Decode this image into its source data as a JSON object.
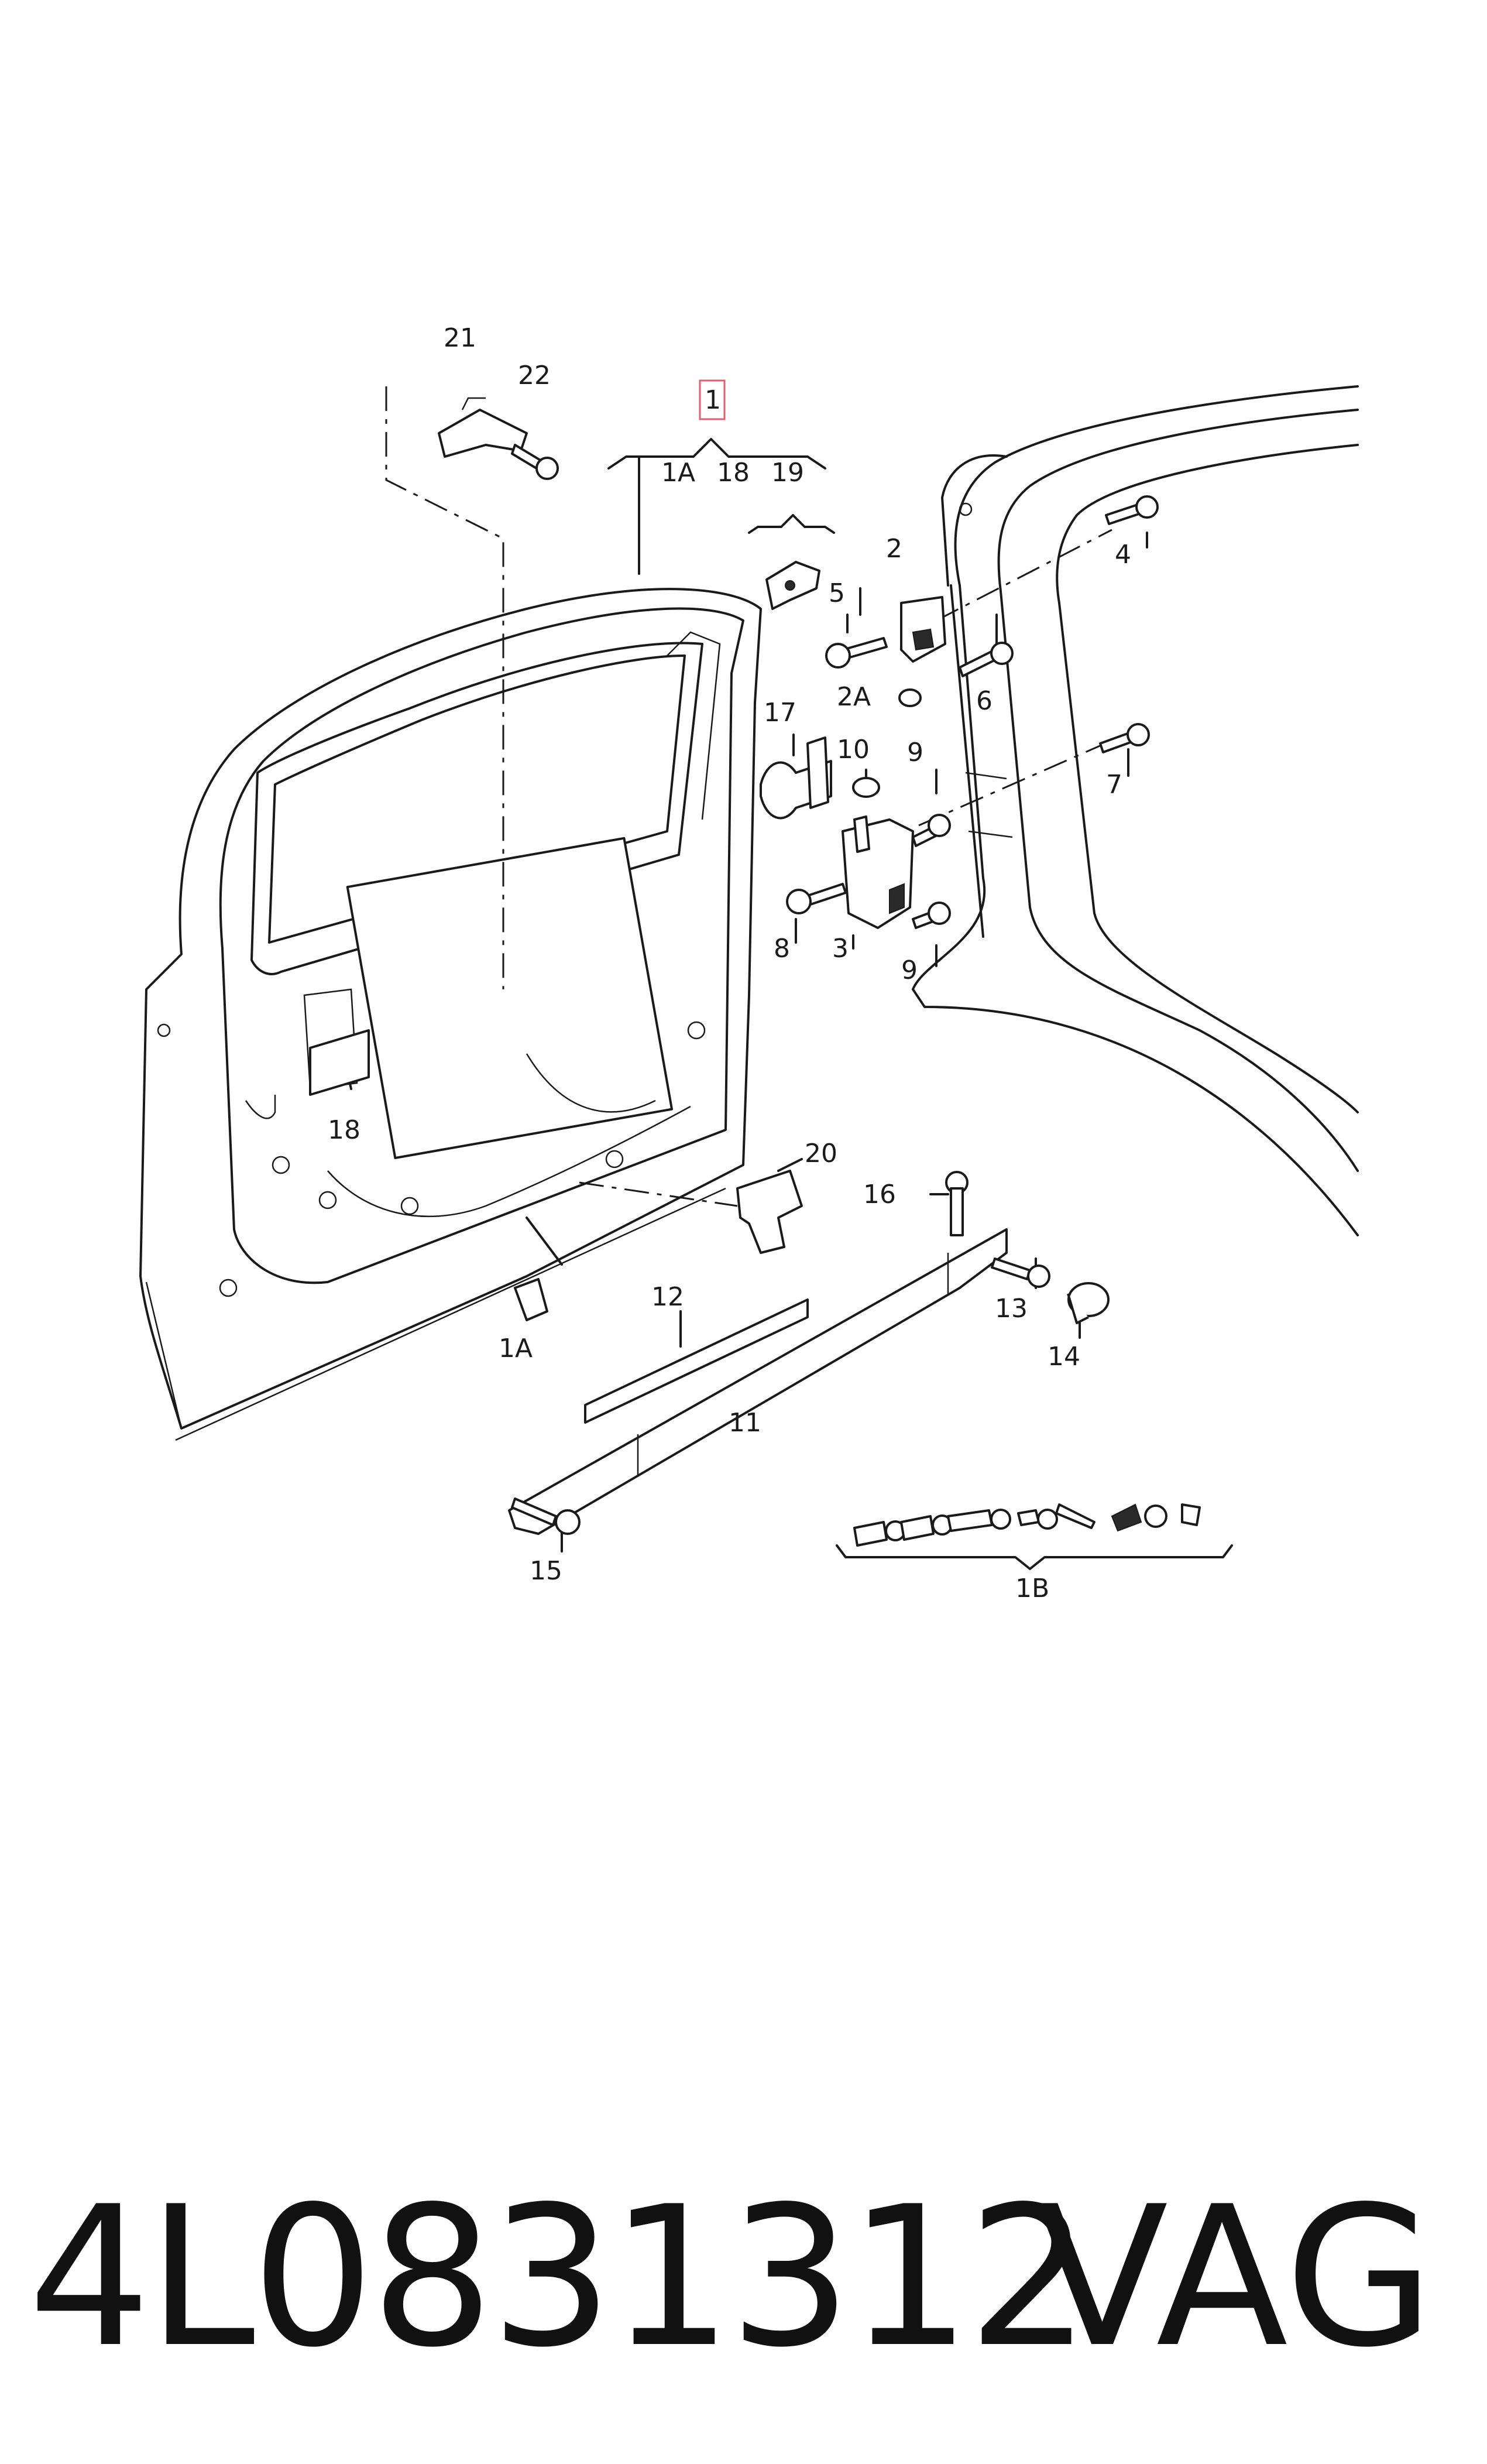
{
  "diagram": {
    "callouts": {
      "c1": "1",
      "c1A_top": "1A",
      "c18_top": "18",
      "c19": "19",
      "c21": "21",
      "c22": "22",
      "c2": "2",
      "c2A": "2A",
      "c3": "3",
      "c4": "4",
      "c5": "5",
      "c6": "6",
      "c7": "7",
      "c8": "8",
      "c9a": "9",
      "c9b": "9",
      "c10": "10",
      "c11": "11",
      "c12": "12",
      "c13": "13",
      "c14": "14",
      "c15": "15",
      "c16": "16",
      "c17": "17",
      "c18_left": "18",
      "c20": "20",
      "c1A_bottom": "1A",
      "c1B": "1B"
    },
    "highlight_color": "#e06070"
  },
  "footer": {
    "part_number": "4L0831312",
    "brand": "VAG"
  }
}
